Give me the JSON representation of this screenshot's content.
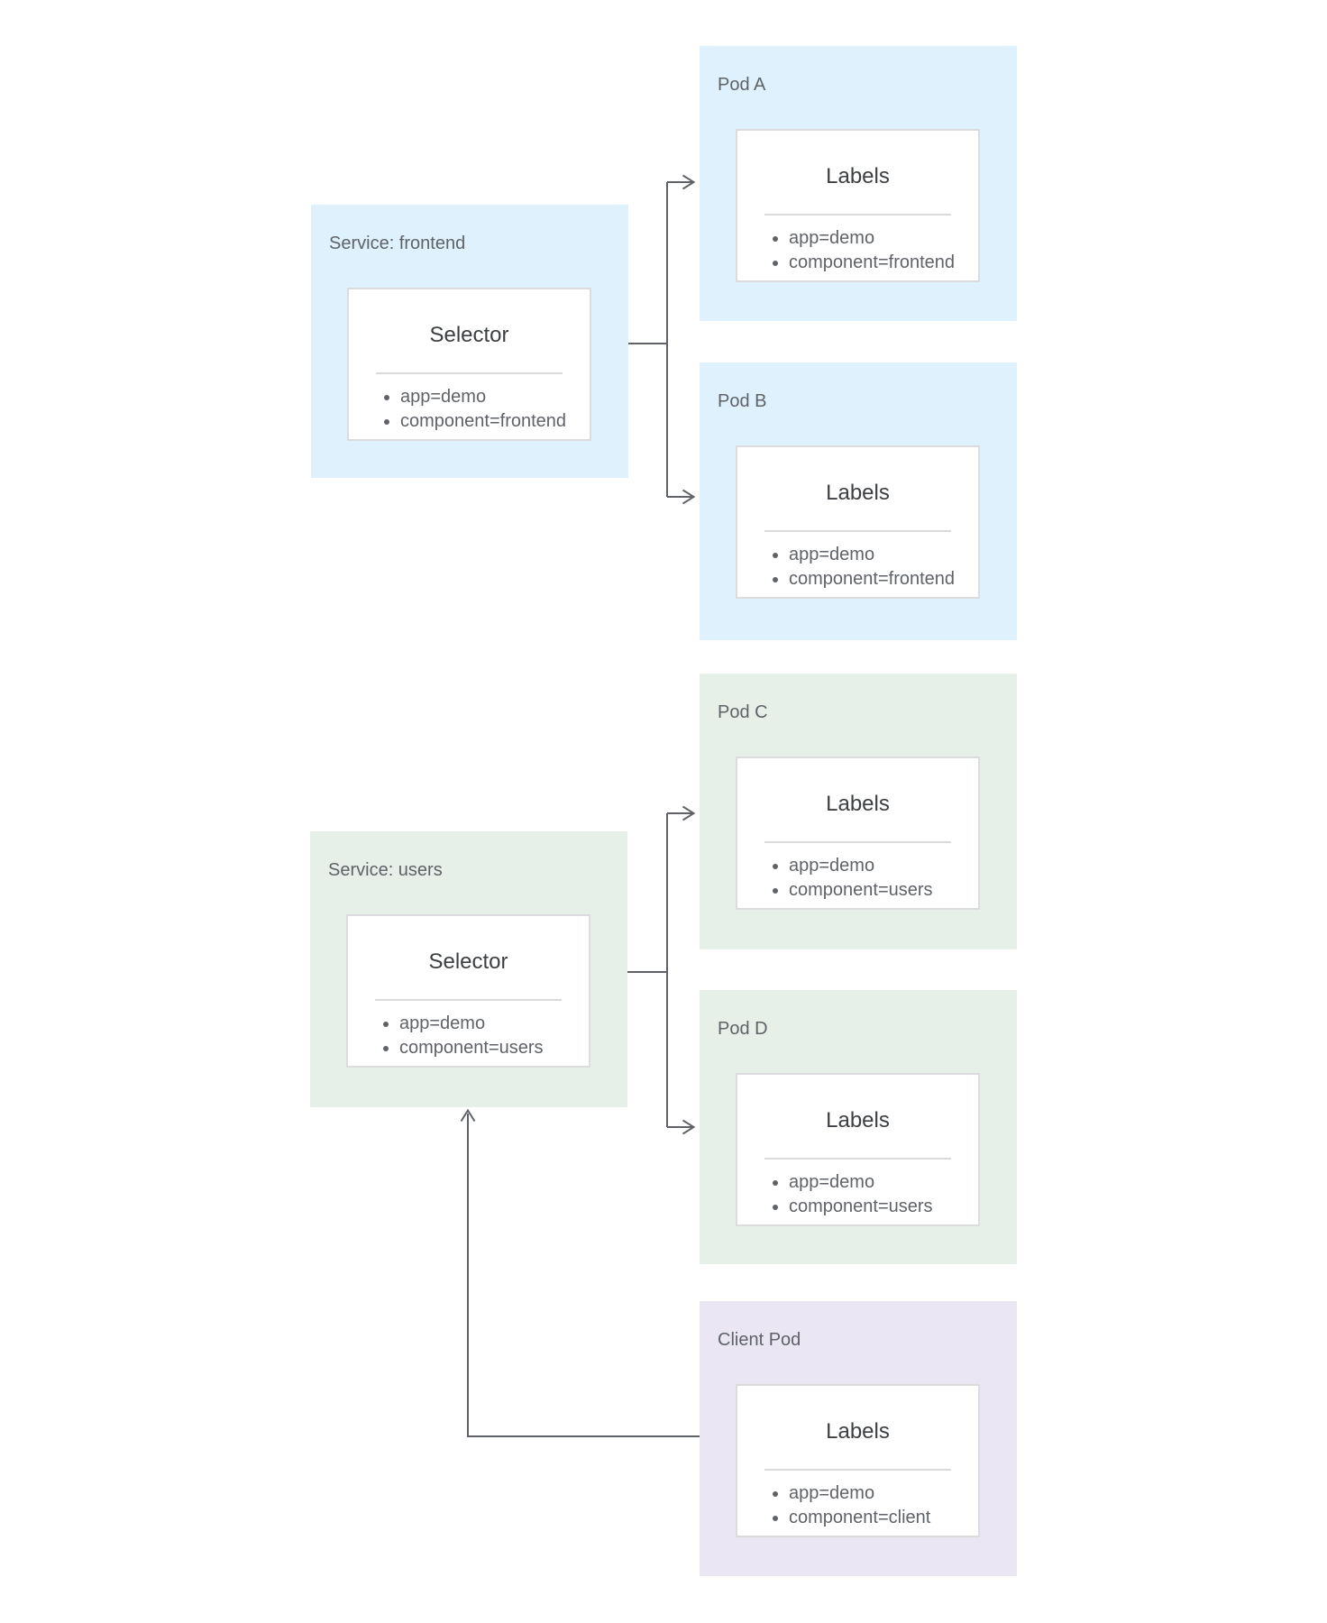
{
  "diagram": {
    "colors": {
      "frontend_bg": "#dff1fc",
      "users_bg": "#e6efe8",
      "client_bg": "#eae6f4",
      "card_bg": "#ffffff",
      "card_border": "#dadcde",
      "divider": "#d9dadb",
      "line": "#5f6368",
      "box_label_text": "#5f6368",
      "card_title_text": "#3c4043",
      "item_text": "#5f6368"
    },
    "nodes": {
      "service_frontend": {
        "label": "Service: frontend",
        "card_title": "Selector",
        "items": [
          "app=demo",
          "component=frontend"
        ]
      },
      "pod_a": {
        "label": "Pod A",
        "card_title": "Labels",
        "items": [
          "app=demo",
          "component=frontend"
        ]
      },
      "pod_b": {
        "label": "Pod B",
        "card_title": "Labels",
        "items": [
          "app=demo",
          "component=frontend"
        ]
      },
      "pod_c": {
        "label": "Pod C",
        "card_title": "Labels",
        "items": [
          "app=demo",
          "component=users"
        ]
      },
      "service_users": {
        "label": "Service: users",
        "card_title": "Selector",
        "items": [
          "app=demo",
          "component=users"
        ]
      },
      "pod_d": {
        "label": "Pod D",
        "card_title": "Labels",
        "items": [
          "app=demo",
          "component=users"
        ]
      },
      "client_pod": {
        "label": "Client Pod",
        "card_title": "Labels",
        "items": [
          "app=demo",
          "component=client"
        ]
      }
    }
  }
}
